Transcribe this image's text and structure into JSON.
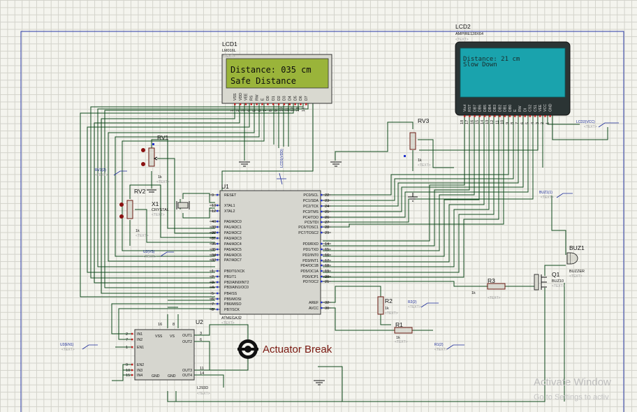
{
  "lcd1": {
    "ref": "LCD1",
    "part": "LM016L",
    "tag": "<TEXT>",
    "line1": "Distance: 035 cm",
    "line2": "Safe Distance",
    "pins": [
      "VSS",
      "VDD",
      "VEE",
      "RS",
      "RW",
      "E",
      "D0",
      "D1",
      "D2",
      "D3",
      "D4",
      "D5",
      "D6",
      "D7"
    ],
    "pin_numbers": [
      "1",
      "2",
      "3",
      "4",
      "5",
      "6",
      "7",
      "8",
      "9",
      "10",
      "11",
      "12",
      "13",
      "14"
    ]
  },
  "lcd2": {
    "ref": "LCD2",
    "part": "AMPIRE128X64",
    "tag": "<TEXT>",
    "line1": "Distance:  21 cm",
    "line2": "Slow Down",
    "pins": [
      "Vout",
      "RST",
      "DB7",
      "DB6",
      "DB5",
      "DB4",
      "DB3",
      "DB2",
      "DB1",
      "DB0",
      "E",
      "RW",
      "DI",
      "CS2",
      "CS1",
      "VEE",
      "VCC",
      "GND"
    ],
    "pin_numbers": [
      "18",
      "17",
      "16",
      "15",
      "14",
      "13",
      "12",
      "11",
      "10",
      "9",
      "8",
      "7",
      "6",
      "5",
      "4",
      "3",
      "2",
      "1"
    ]
  },
  "u1": {
    "ref": "U1",
    "part": "ATMEGA32",
    "tag": "<TEXT>",
    "left_pins": [
      {
        "n": "9",
        "l": "RESET"
      },
      {
        "n": "13",
        "l": "XTAL1"
      },
      {
        "n": "12",
        "l": "XTAL2"
      },
      {
        "n": "40",
        "l": "PA0/ADC0"
      },
      {
        "n": "39",
        "l": "PA1/ADC1"
      },
      {
        "n": "38",
        "l": "PA2/ADC2"
      },
      {
        "n": "37",
        "l": "PA3/ADC3"
      },
      {
        "n": "36",
        "l": "PA4/ADC4"
      },
      {
        "n": "35",
        "l": "PA5/ADC5"
      },
      {
        "n": "34",
        "l": "PA6/ADC6"
      },
      {
        "n": "33",
        "l": "PA7/ADC7"
      },
      {
        "n": "1",
        "l": "PB0/T0/XCK"
      },
      {
        "n": "2",
        "l": "PB1/T1"
      },
      {
        "n": "3",
        "l": "PB2/AIN0/INT2"
      },
      {
        "n": "4",
        "l": "PB3/AIN1/OC0"
      },
      {
        "n": "5",
        "l": "PB4/SS"
      },
      {
        "n": "6",
        "l": "PB5/MOSI"
      },
      {
        "n": "7",
        "l": "PB6/MISO"
      },
      {
        "n": "8",
        "l": "PB7/SCK"
      }
    ],
    "right_pins": [
      {
        "n": "22",
        "l": "PC0/SCL"
      },
      {
        "n": "23",
        "l": "PC1/SDA"
      },
      {
        "n": "24",
        "l": "PC2/TCK"
      },
      {
        "n": "25",
        "l": "PC3/TMS"
      },
      {
        "n": "26",
        "l": "PC4/TDO"
      },
      {
        "n": "27",
        "l": "PC5/TDI"
      },
      {
        "n": "28",
        "l": "PC6/TOSC1"
      },
      {
        "n": "29",
        "l": "PC7/TOSC2"
      },
      {
        "n": "14",
        "l": "PD0/RXD"
      },
      {
        "n": "15",
        "l": "PD1/TXD"
      },
      {
        "n": "16",
        "l": "PD2/INT0"
      },
      {
        "n": "17",
        "l": "PD3/INT1"
      },
      {
        "n": "18",
        "l": "PD4/OC1B"
      },
      {
        "n": "19",
        "l": "PD5/OC1A"
      },
      {
        "n": "20",
        "l": "PD6/ICP1"
      },
      {
        "n": "21",
        "l": "PD7/OC2"
      },
      {
        "n": "32",
        "l": "AREF"
      },
      {
        "n": "30",
        "l": "AVCC"
      }
    ]
  },
  "u2": {
    "ref": "U2",
    "part": "L293D",
    "tag": "<TEXT>",
    "left_pins": [
      {
        "n": "2",
        "l": "IN1"
      },
      {
        "n": "7",
        "l": "IN2"
      },
      {
        "n": "1",
        "l": "EN1"
      },
      {
        "n": "9",
        "l": "EN2"
      },
      {
        "n": "10",
        "l": "IN3"
      },
      {
        "n": "15",
        "l": "IN4"
      }
    ],
    "right_pins": [
      {
        "n": "3",
        "l": "OUT1"
      },
      {
        "n": "6",
        "l": "OUT2"
      },
      {
        "n": "11",
        "l": "OUT3"
      },
      {
        "n": "14",
        "l": "OUT4"
      }
    ],
    "top_pins": [
      {
        "n": "16",
        "l": "VSS"
      },
      {
        "n": "8",
        "l": "VS"
      }
    ],
    "bottom_labels": [
      "GND",
      "GND"
    ]
  },
  "rv1": {
    "ref": "RV1",
    "value": "1k",
    "tag": "<TEXT>"
  },
  "rv2": {
    "ref": "RV2",
    "value": "1k",
    "tag": "<TEXT>"
  },
  "rv3": {
    "ref": "RV3",
    "value": "1k",
    "tag": "<TEXT>"
  },
  "x1": {
    "ref": "X1",
    "part": "CRYSTAL",
    "tag": "<TEXT>"
  },
  "r1": {
    "ref": "R1",
    "value": "1k",
    "tag": "<TEXT>"
  },
  "r2": {
    "ref": "R2",
    "value": "1k",
    "tag": "<TEXT>"
  },
  "r3": {
    "ref": "R3",
    "value": "1k",
    "tag": "<TEXT>"
  },
  "q1": {
    "ref": "Q1",
    "part": "BUZ10",
    "tag": "<TEXT>"
  },
  "buz1": {
    "ref": "BUZ1",
    "part": "BUZZER",
    "tag": "<TEXT>"
  },
  "motor": {
    "label": "Actuator Break"
  },
  "nets": {
    "lcd1_vdd": "LCD1(VDD)",
    "lcd2_vcc": "LCD2(VCC)",
    "rv1_v2": "RV1(2)",
    "u2_vs": "U2(VS)",
    "buz1_1": "BUZ1(1)",
    "r2_2": "R2(2)",
    "r1_2": "R1(2)",
    "u2_en1": "U2(EN1)",
    "tag": "<TEXT>"
  },
  "watermark": {
    "line1": "Activate Window",
    "line2": "Go to Settings to activ"
  }
}
